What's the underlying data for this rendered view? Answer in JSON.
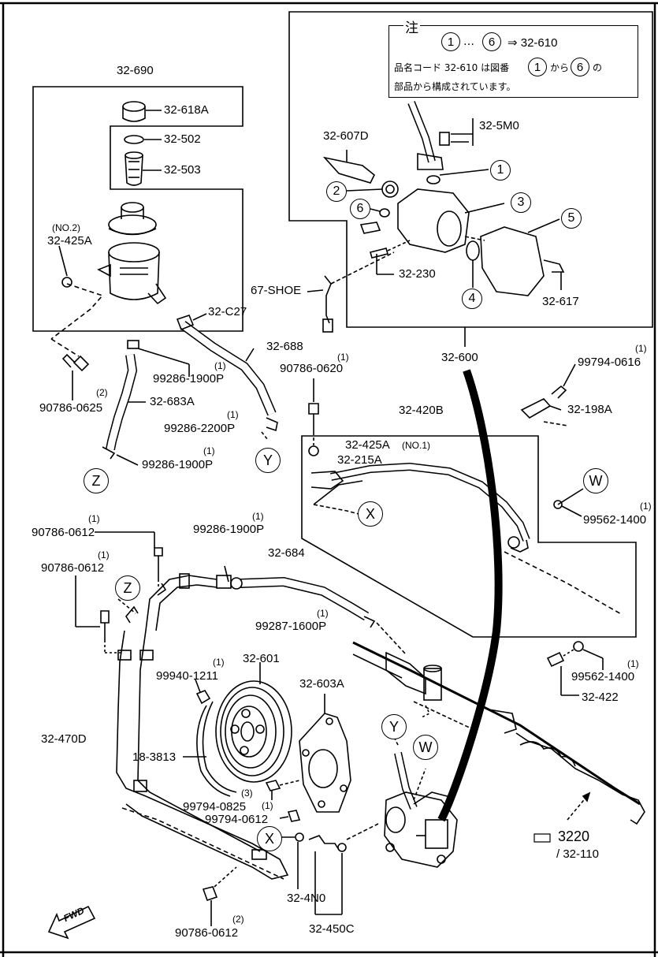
{
  "note": {
    "title": "注",
    "c_first": "1",
    "ellipsis": "…",
    "c_last": "6",
    "arrow_part": "⇒ 32-610",
    "line2_a": "品名コード 32-610 は図番",
    "line2_b": "から",
    "line2_c": "の",
    "line3": "部品から構成されています。"
  },
  "labels": {
    "l_32_690": "32-690",
    "l_32_618A": "32-618A",
    "l_32_502": "32-502",
    "l_32_503": "32-503",
    "l_no2": "(NO.2)",
    "l_32_425A_top": "32-425A",
    "l_32_C27": "32-C27",
    "l_32_688": "32-688",
    "l_90786_0620_q": "(1)",
    "l_90786_0620": "90786-0620",
    "l_32_600": "32-600",
    "l_99794_0616_q": "(1)",
    "l_99794_0616": "99794-0616",
    "l_32_198A": "32-198A",
    "l_90786_0625": "90786-0625",
    "l_90786_0625_q": "(2)",
    "l_32_683A": "32-683A",
    "l_99286_1900P_a": "99286-1900P",
    "l_99286_1900P_a_q": "(1)",
    "l_99286_2200P_q": "(1)",
    "l_99286_2200P": "99286-2200P",
    "l_99286_1900P_b_q": "(1)",
    "l_99286_1900P_b": "99286-1900P",
    "l_32_420B": "32-420B",
    "l_32_425A_no1": "32-425A",
    "l_no1": "(NO.1)",
    "l_32_215A": "32-215A",
    "l_99562_1400_a_q": "(1)",
    "l_99562_1400_a": "99562-1400",
    "l_32_607D": "32-607D",
    "l_32_5M0": "32-5M0",
    "l_32_230": "32-230",
    "l_67_SHOE": "67-SHOE",
    "l_32_617": "32-617",
    "l_90786_0612_a_q": "(1)",
    "l_90786_0612_a": "90786-0612",
    "l_90786_0612_b_q": "(1)",
    "l_90786_0612_b": "90786-0612",
    "l_99286_1900P_c_q": "(1)",
    "l_99286_1900P_c": "99286-1900P",
    "l_32_684": "32-684",
    "l_99287_1600P_q": "(1)",
    "l_99287_1600P": "99287-1600P",
    "l_99940_1211_q": "(1)",
    "l_99940_1211": "99940-1211",
    "l_32_601": "32-601",
    "l_32_603A": "32-603A",
    "l_32_470D": "32-470D",
    "l_18_3813": "18-3813",
    "l_99794_0825_q": "(3)",
    "l_99794_0825": "99794-0825",
    "l_99794_0612_q": "(1)",
    "l_99794_0612": "99794-0612",
    "l_32_4N0": "32-4N0",
    "l_32_450C": "32-450C",
    "l_90786_0612_c_q": "(2)",
    "l_90786_0612_c": "90786-0612",
    "l_99562_1400_b_q": "(1)",
    "l_99562_1400_b": "99562-1400",
    "l_32_422": "32-422",
    "l_3220": "3220",
    "l_32_110": "/ 32-110",
    "l_fwd": "FWD"
  },
  "callouts": {
    "c1": "1",
    "c2": "2",
    "c3": "3",
    "c4": "4",
    "c5": "5",
    "c6": "6",
    "cY_top": "Y",
    "cZ_top": "Z",
    "cW_right": "W",
    "cX_mid": "X",
    "cZ_left": "Z",
    "cY_pump": "Y",
    "cW_rack": "W",
    "cX_bottom": "X"
  }
}
